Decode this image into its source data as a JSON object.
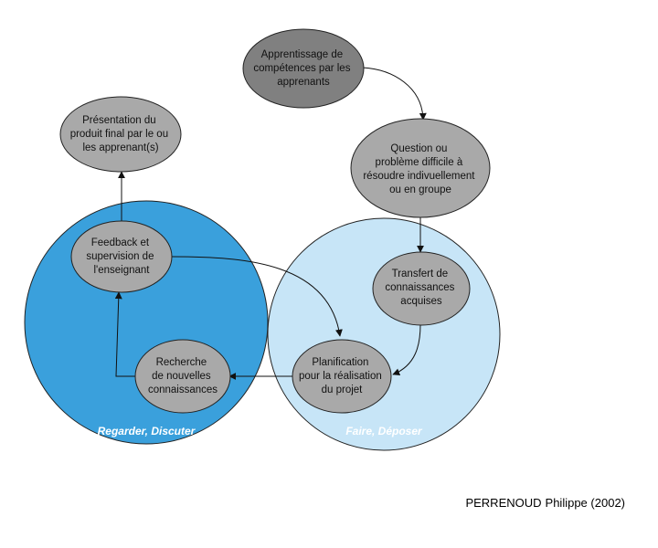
{
  "colors": {
    "zone_left": "#3aa0dc",
    "zone_right": "#c2e3f6",
    "node_dark": "#808080",
    "node_light": "#a9a9a9",
    "stroke": "#222222"
  },
  "zones": {
    "left": {
      "label": "Regarder, Discuter"
    },
    "right": {
      "label": "Faire, Déposer"
    }
  },
  "nodes": {
    "apprentissage": {
      "lines": [
        "Apprentissage de",
        "compétences par les",
        "apprenants"
      ]
    },
    "question": {
      "lines": [
        "Question ou",
        "problème difficile à",
        "résoudre indivuellement",
        "ou en groupe"
      ]
    },
    "transfert": {
      "lines": [
        "Transfert de",
        "connaissances",
        "acquises"
      ]
    },
    "planification": {
      "lines": [
        "Planification",
        "pour la réalisation",
        "du projet"
      ]
    },
    "recherche": {
      "lines": [
        "Recherche",
        "de nouvelles",
        "connaissances"
      ]
    },
    "feedback": {
      "lines": [
        "Feedback et",
        "supervision de",
        "l'enseignant"
      ]
    },
    "presentation": {
      "lines": [
        "Présentation du",
        "produit final par le ou",
        "les apprenant(s)"
      ]
    }
  },
  "citation": {
    "author_last": "PERRENOUD",
    "author_first": "Philippe",
    "year": "(2002)"
  }
}
